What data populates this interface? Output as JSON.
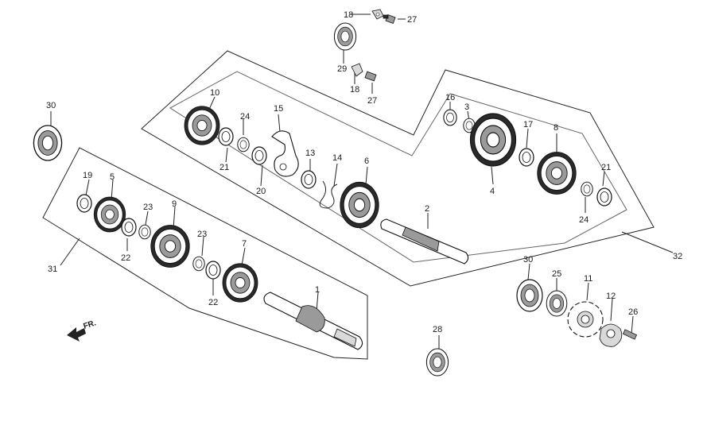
{
  "labels": {
    "p1": "1",
    "p2": "2",
    "p3": "3",
    "p4": "4",
    "p5": "5",
    "p6": "6",
    "p7": "7",
    "p8": "8",
    "p9": "9",
    "p10": "10",
    "p11": "11",
    "p12": "12",
    "p13": "13",
    "p14": "14",
    "p15": "15",
    "p16": "16",
    "p17": "17",
    "p18a": "18",
    "p18b": "18",
    "p19": "19",
    "p20": "20",
    "p21a": "21",
    "p21b": "21",
    "p22a": "22",
    "p22b": "22",
    "p23a": "23",
    "p23b": "23",
    "p24a": "24",
    "p24b": "24",
    "p25": "25",
    "p26": "26",
    "p27a": "27",
    "p27b": "27",
    "p28": "28",
    "p29": "29",
    "p30a": "30",
    "p30b": "30",
    "p31": "31",
    "p32": "32"
  },
  "direction_label": "FR."
}
